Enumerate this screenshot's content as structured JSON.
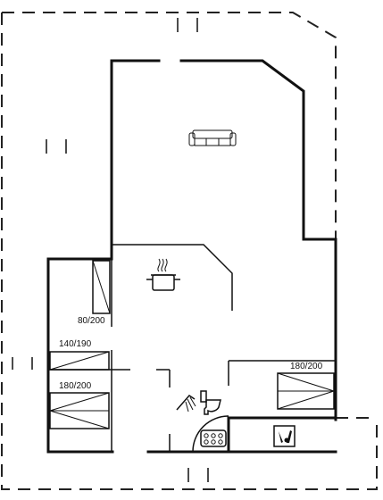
{
  "beds": [
    {
      "id": "bed-top-left",
      "label": "80/200"
    },
    {
      "id": "bed-mid-left",
      "label": "140/190"
    },
    {
      "id": "bed-low-left",
      "label": "180/200"
    },
    {
      "id": "bed-right",
      "label": "180/200"
    }
  ],
  "icons": {
    "living": "sofa-icon",
    "kitchen": "cooking-pot-icon",
    "bathroom_shower": "shower-icon",
    "bathroom_toilet": "toilet-icon",
    "hob": "hob-icon",
    "utility": "washing-machine-icon"
  }
}
